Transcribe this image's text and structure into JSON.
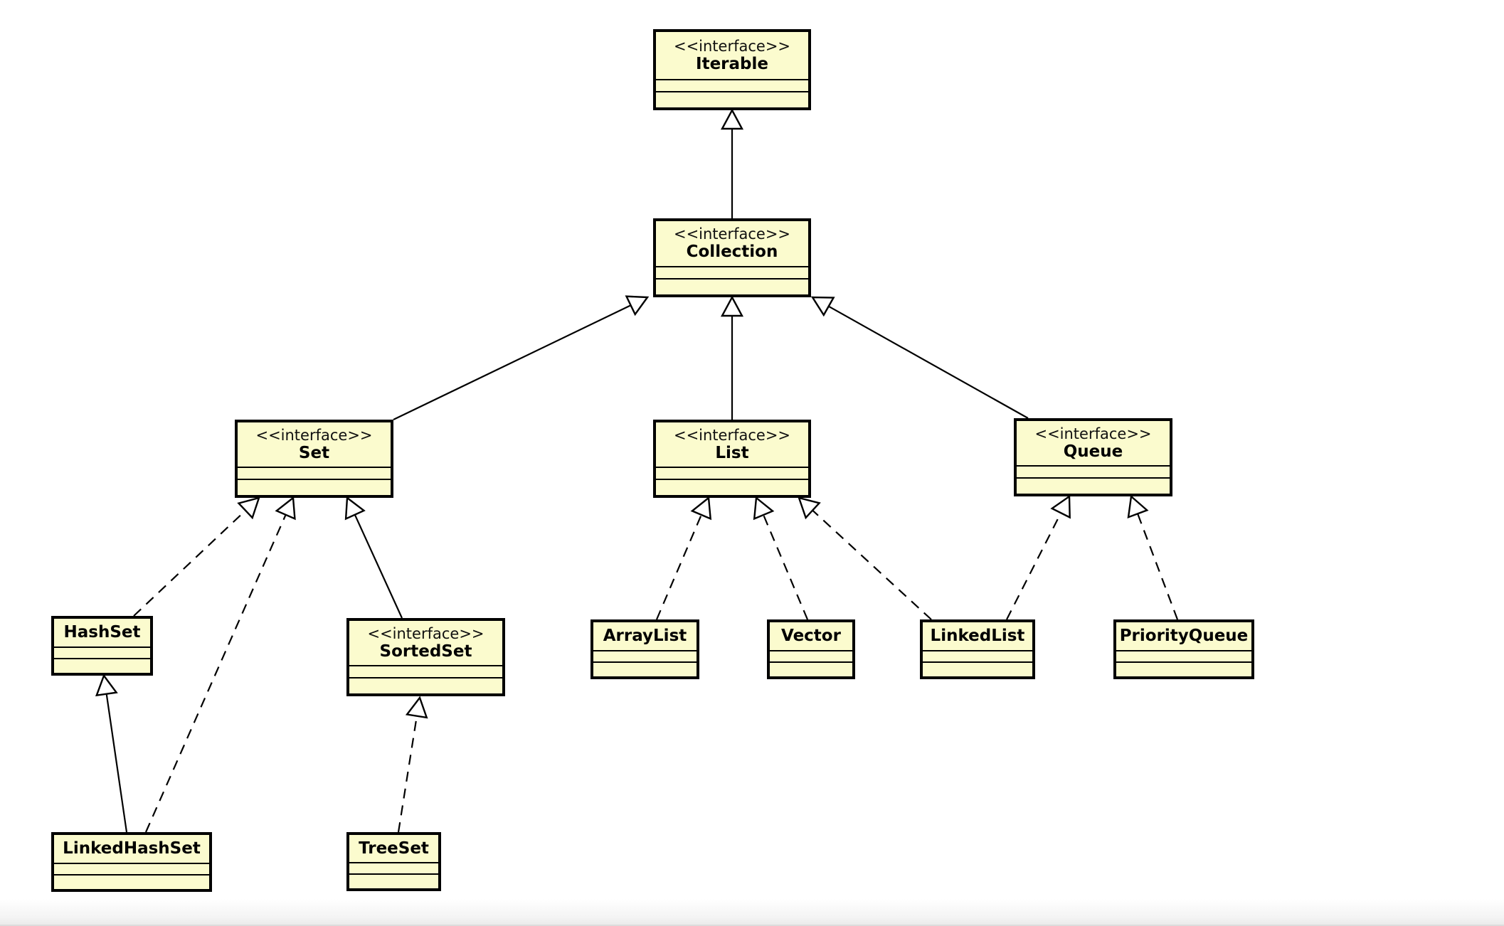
{
  "diagram": {
    "kind": "uml-class-diagram",
    "stereotype_interface": "<<interface>>"
  },
  "nodes": {
    "iterable": {
      "stereotype": "<<interface>>",
      "name": "Iterable"
    },
    "collection": {
      "stereotype": "<<interface>>",
      "name": "Collection"
    },
    "set": {
      "stereotype": "<<interface>>",
      "name": "Set"
    },
    "list": {
      "stereotype": "<<interface>>",
      "name": "List"
    },
    "queue": {
      "stereotype": "<<interface>>",
      "name": "Queue"
    },
    "sortedset": {
      "stereotype": "<<interface>>",
      "name": "SortedSet"
    },
    "hashset": {
      "name": "HashSet"
    },
    "arraylist": {
      "name": "ArrayList"
    },
    "vector": {
      "name": "Vector"
    },
    "linkedlist": {
      "name": "LinkedList"
    },
    "priorityqueue": {
      "name": "PriorityQueue"
    },
    "linkedhashset": {
      "name": "LinkedHashSet"
    },
    "treeset": {
      "name": "TreeSet"
    }
  },
  "relationships": [
    {
      "from": "Collection",
      "to": "Iterable",
      "type": "generalization",
      "line": "solid"
    },
    {
      "from": "Set",
      "to": "Collection",
      "type": "generalization",
      "line": "solid"
    },
    {
      "from": "List",
      "to": "Collection",
      "type": "generalization",
      "line": "solid"
    },
    {
      "from": "Queue",
      "to": "Collection",
      "type": "generalization",
      "line": "solid"
    },
    {
      "from": "SortedSet",
      "to": "Set",
      "type": "generalization",
      "line": "solid"
    },
    {
      "from": "HashSet",
      "to": "Set",
      "type": "realization",
      "line": "dashed"
    },
    {
      "from": "LinkedHashSet",
      "to": "Set",
      "type": "realization",
      "line": "dashed"
    },
    {
      "from": "LinkedHashSet",
      "to": "HashSet",
      "type": "generalization",
      "line": "solid"
    },
    {
      "from": "TreeSet",
      "to": "SortedSet",
      "type": "realization",
      "line": "dashed"
    },
    {
      "from": "ArrayList",
      "to": "List",
      "type": "realization",
      "line": "dashed"
    },
    {
      "from": "Vector",
      "to": "List",
      "type": "realization",
      "line": "dashed"
    },
    {
      "from": "LinkedList",
      "to": "List",
      "type": "realization",
      "line": "dashed"
    },
    {
      "from": "LinkedList",
      "to": "Queue",
      "type": "realization",
      "line": "dashed"
    },
    {
      "from": "PriorityQueue",
      "to": "Queue",
      "type": "realization",
      "line": "dashed"
    }
  ],
  "colors": {
    "node_fill": "#fbfbce",
    "node_border": "#000000",
    "edge": "#000000",
    "background": "#ffffff"
  }
}
